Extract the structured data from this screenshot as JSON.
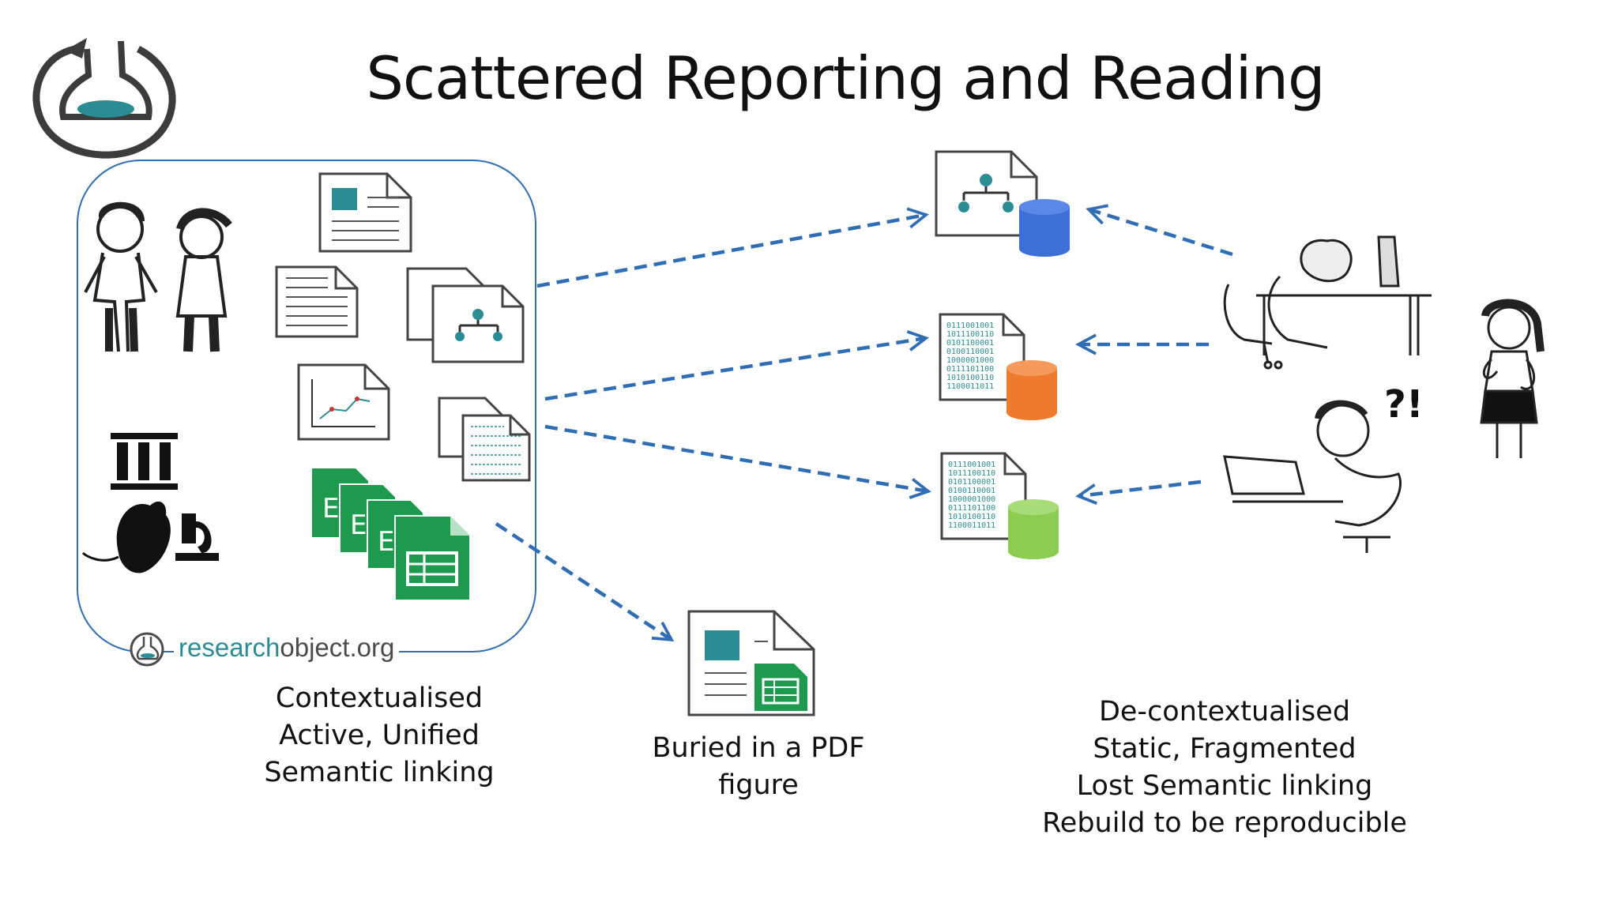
{
  "slide": {
    "title": "Scattered Reporting and Reading"
  },
  "research_object": {
    "brand_part1": "research",
    "brand_part2": "object.org",
    "caption": [
      "Contextualised",
      "Active, Unified",
      "Semantic linking"
    ]
  },
  "pdf": {
    "caption": [
      "Buried in a PDF",
      "figure"
    ]
  },
  "reader": {
    "caption": [
      "De-contextualised",
      "Static, Fragmented",
      "Lost Semantic linking",
      "Rebuild to be reproducible"
    ]
  },
  "binary_lines": [
    "0111001001",
    "1011100110",
    "0101100001",
    "0100110001",
    "1000001000",
    "0111101100",
    "1010100110",
    "1100011011"
  ],
  "colors": {
    "arrow": "#2f6db5",
    "teal": "#2b8c93",
    "db_blue": "#3e6fd6",
    "db_orange": "#ee7a2e",
    "db_green": "#8ccc50",
    "sheet_green": "#1e9a4e"
  }
}
